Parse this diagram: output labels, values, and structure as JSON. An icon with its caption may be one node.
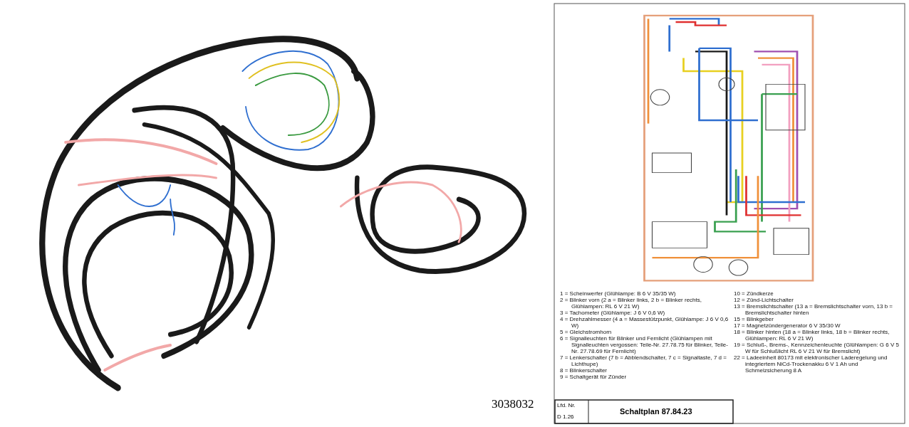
{
  "diagram": {
    "labels": [
      "3038032",
      "1 = Scheinwerfer (Glühlampe: B 6 V 35/35 W)",
      "2 = Blinker vorn (2 a = Blinker links, 2 b = Blinker rechts, Glühlampen: RL 6 V 21 W)",
      "3 = Tachometer (Glühlampe: J 6 V 0,6 W)",
      "4 = Drehzahlmesser (4 a = Massestützpunkt, Glühlampe: J 6 V 0,6 W)",
      "5 = Gleichstromhorn",
      "6 = Signalleuchten für Blinker und Fernlicht (Glühlampen mit Signalleuchten vergossen: Teile-Nr. 27.78.75 für Blinker, Teile-Nr. 27.78.69 für Fernlicht)",
      "7 = Lenkerschalter (7 b = Abblendschalter, 7 c = Signaltaste, 7 d = Lichthupe)",
      "8 = Blinkerschalter",
      "9 = Schaltgerät für Zünder",
      "10 = Zündkerze",
      "12 = Zünd-Lichtschalter",
      "13 = Bremslichtschalter (13 a = Bremslichtschalter vorn, 13 b = Bremslichtschalter hinten",
      "15 = Blinkgeber",
      "17 = Magnetzündergenerator 6 V 35/30 W",
      "18 = Blinker hinten (18 a = Blinker links, 18 b = Blinker rechts, Glühlampen: RL 6 V 21 W)",
      "19 = Schluß-, Brems-, Kennzeichenleuchte (Glühlampen: G 6 V 5 W für Schlußlicht RL 6 V 21 W für Bremslicht)",
      "22 = Ladeeinheit 80173 mit elektronischer Laderegelung und integriertem NiCd-Trockenakku 6 V 1 Ah und Schmelzsicherung 8 A",
      "Lfd. Nr.",
      "D 1.26",
      "Schaltplan 87.84.23"
    ]
  }
}
